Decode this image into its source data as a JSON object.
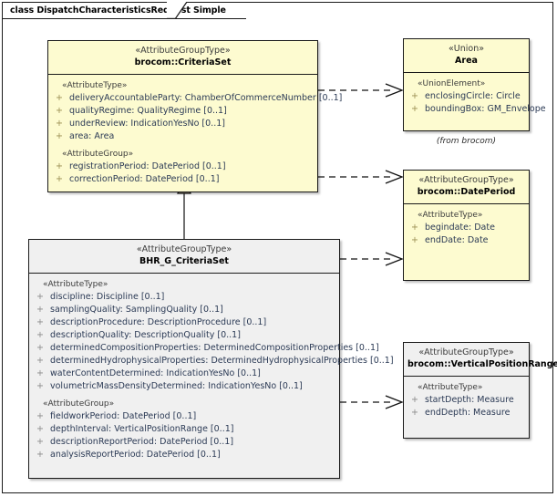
{
  "diagram": {
    "tab_label": "class DispatchCharacteristicsRequest Simple",
    "from_note": "(from brocom)",
    "colors": {
      "class_fill_yellow": "#fdfbd0",
      "class_fill_grey": "#f0f0f0",
      "border": "#1a1a1a",
      "attribute_text": "#2b3a55",
      "stereotype_text": "#3b3b3b",
      "visibility_marker": "#9b8f52"
    }
  },
  "classes": {
    "criteria_set": {
      "stereotype": "«AttributeGroupType»",
      "name": "brocom::CriteriaSet",
      "compartments": [
        {
          "title": "«AttributeType»",
          "attributes": [
            {
              "visibility": "+",
              "text": "deliveryAccountableParty: ChamberOfCommerceNumber [0..1]"
            },
            {
              "visibility": "+",
              "text": "qualityRegime: QualityRegime [0..1]"
            },
            {
              "visibility": "+",
              "text": "underReview: IndicationYesNo [0..1]"
            },
            {
              "visibility": "+",
              "text": "area: Area"
            }
          ]
        },
        {
          "title": "«AttributeGroup»",
          "attributes": [
            {
              "visibility": "+",
              "text": "registrationPeriod: DatePeriod [0..1]"
            },
            {
              "visibility": "+",
              "text": "correctionPeriod: DatePeriod [0..1]"
            }
          ]
        }
      ]
    },
    "bhr_g_criteria_set": {
      "stereotype": "«AttributeGroupType»",
      "name": "BHR_G_CriteriaSet",
      "compartments": [
        {
          "title": "«AttributeType»",
          "attributes": [
            {
              "visibility": "+",
              "text": "discipline: Discipline [0..1]"
            },
            {
              "visibility": "+",
              "text": "samplingQuality: SamplingQuality [0..1]"
            },
            {
              "visibility": "+",
              "text": "descriptionProcedure: DescriptionProcedure [0..1]"
            },
            {
              "visibility": "+",
              "text": "descriptionQuality: DescriptionQuality [0..1]"
            },
            {
              "visibility": "+",
              "text": "determinedCompositionProperties: DeterminedCompositionProperties [0..1]"
            },
            {
              "visibility": "+",
              "text": "determinedHydrophysicalProperties: DeterminedHydrophysicalProperties [0..1]"
            },
            {
              "visibility": "+",
              "text": "waterContentDetermined: IndicationYesNo [0..1]"
            },
            {
              "visibility": "+",
              "text": "volumetricMassDensityDetermined: IndicationYesNo [0..1]"
            }
          ]
        },
        {
          "title": "«AttributeGroup»",
          "attributes": [
            {
              "visibility": "+",
              "text": "fieldworkPeriod: DatePeriod [0..1]"
            },
            {
              "visibility": "+",
              "text": "depthInterval: VerticalPositionRange [0..1]"
            },
            {
              "visibility": "+",
              "text": "descriptionReportPeriod: DatePeriod [0..1]"
            },
            {
              "visibility": "+",
              "text": "analysisReportPeriod: DatePeriod [0..1]"
            }
          ]
        }
      ]
    },
    "area": {
      "stereotype": "«Union»",
      "name": "Area",
      "compartments": [
        {
          "title": "«UnionElement»",
          "attributes": [
            {
              "visibility": "+",
              "text": "enclosingCircle: Circle"
            },
            {
              "visibility": "+",
              "text": "boundingBox: GM_Envelope"
            }
          ]
        }
      ]
    },
    "date_period": {
      "stereotype": "«AttributeGroupType»",
      "name": "brocom::DatePeriod",
      "compartments": [
        {
          "title": "«AttributeType»",
          "attributes": [
            {
              "visibility": "+",
              "text": "begindate: Date"
            },
            {
              "visibility": "+",
              "text": "endDate: Date"
            }
          ]
        }
      ]
    },
    "vertical_position_range": {
      "stereotype": "«AttributeGroupType»",
      "name": "brocom::VerticalPositionRange",
      "compartments": [
        {
          "title": "«AttributeType»",
          "attributes": [
            {
              "visibility": "+",
              "text": "startDepth: Measure"
            },
            {
              "visibility": "+",
              "text": "endDepth: Measure"
            }
          ]
        }
      ]
    }
  },
  "connectors": [
    {
      "name": "criteriaset-to-area",
      "kind": "dependency",
      "from": "brocom::CriteriaSet",
      "to": "Area"
    },
    {
      "name": "criteriaset-to-dateperiod",
      "kind": "dependency",
      "from": "brocom::CriteriaSet",
      "to": "brocom::DatePeriod"
    },
    {
      "name": "bhr-to-dateperiod",
      "kind": "dependency",
      "from": "BHR_G_CriteriaSet",
      "to": "brocom::DatePeriod"
    },
    {
      "name": "bhr-to-verticalpositionrange",
      "kind": "dependency",
      "from": "BHR_G_CriteriaSet",
      "to": "brocom::VerticalPositionRange"
    },
    {
      "name": "bhr-generalizes-criteriaset",
      "kind": "generalization",
      "from": "BHR_G_CriteriaSet",
      "to": "brocom::CriteriaSet"
    }
  ]
}
